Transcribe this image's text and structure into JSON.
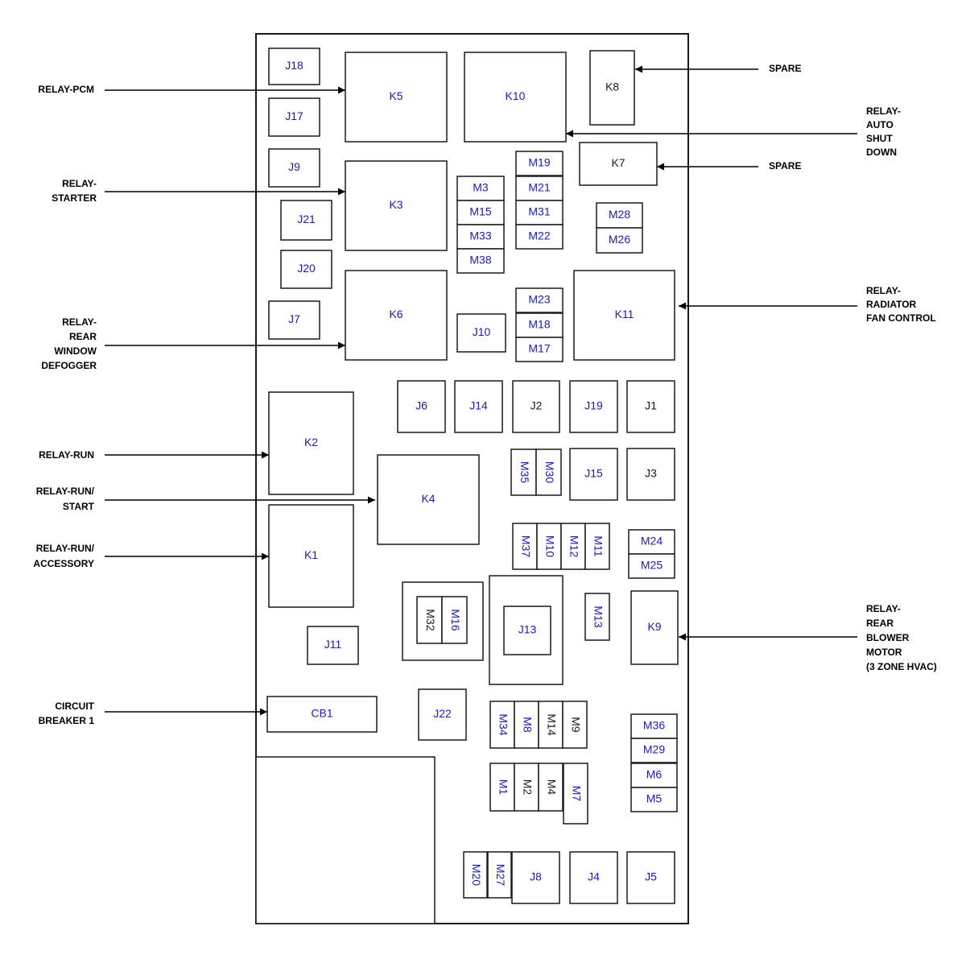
{
  "colors": {
    "blue_label": "#1a1ab4",
    "black_label": "#1a1a1a",
    "line": "#000000"
  },
  "components": [
    {
      "id": "j18",
      "label": "J18",
      "color": "blue"
    },
    {
      "id": "j17",
      "label": "J17",
      "color": "blue"
    },
    {
      "id": "j9",
      "label": "J9",
      "color": "blue"
    },
    {
      "id": "j21",
      "label": "J21",
      "color": "blue"
    },
    {
      "id": "j20",
      "label": "J20",
      "color": "blue"
    },
    {
      "id": "j7",
      "label": "J7",
      "color": "blue"
    },
    {
      "id": "k5",
      "label": "K5",
      "color": "blue"
    },
    {
      "id": "k3",
      "label": "K3",
      "color": "blue"
    },
    {
      "id": "k6",
      "label": "K6",
      "color": "blue"
    },
    {
      "id": "k10",
      "label": "K10",
      "color": "blue"
    },
    {
      "id": "k8",
      "label": "K8",
      "color": "black"
    },
    {
      "id": "k7",
      "label": "K7",
      "color": "black"
    },
    {
      "id": "m19",
      "label": "M19",
      "color": "blue"
    },
    {
      "id": "m21",
      "label": "M21",
      "color": "blue"
    },
    {
      "id": "m31",
      "label": "M31",
      "color": "blue"
    },
    {
      "id": "m22",
      "label": "M22",
      "color": "blue"
    },
    {
      "id": "m3",
      "label": "M3",
      "color": "blue"
    },
    {
      "id": "m15",
      "label": "M15",
      "color": "blue"
    },
    {
      "id": "m33",
      "label": "M33",
      "color": "blue"
    },
    {
      "id": "m38",
      "label": "M38",
      "color": "blue"
    },
    {
      "id": "m28",
      "label": "M28",
      "color": "blue"
    },
    {
      "id": "m26",
      "label": "M26",
      "color": "blue"
    },
    {
      "id": "m23",
      "label": "M23",
      "color": "blue"
    },
    {
      "id": "m18",
      "label": "M18",
      "color": "blue"
    },
    {
      "id": "m17",
      "label": "M17",
      "color": "blue"
    },
    {
      "id": "j10",
      "label": "J10",
      "color": "blue"
    },
    {
      "id": "k11",
      "label": "K11",
      "color": "blue"
    },
    {
      "id": "j6",
      "label": "J6",
      "color": "blue"
    },
    {
      "id": "j14",
      "label": "J14",
      "color": "blue"
    },
    {
      "id": "j2",
      "label": "J2",
      "color": "black"
    },
    {
      "id": "j19",
      "label": "J19",
      "color": "blue"
    },
    {
      "id": "j1",
      "label": "J1",
      "color": "black"
    },
    {
      "id": "k2",
      "label": "K2",
      "color": "blue"
    },
    {
      "id": "k4",
      "label": "K4",
      "color": "blue"
    },
    {
      "id": "k1",
      "label": "K1",
      "color": "blue"
    },
    {
      "id": "m35",
      "label": "M35",
      "color": "blue"
    },
    {
      "id": "m30",
      "label": "M30",
      "color": "blue"
    },
    {
      "id": "j15",
      "label": "J15",
      "color": "blue"
    },
    {
      "id": "j3",
      "label": "J3",
      "color": "black"
    },
    {
      "id": "m37",
      "label": "M37",
      "color": "blue"
    },
    {
      "id": "m10",
      "label": "M10",
      "color": "blue"
    },
    {
      "id": "m12",
      "label": "M12",
      "color": "blue"
    },
    {
      "id": "m11",
      "label": "M11",
      "color": "blue"
    },
    {
      "id": "m24",
      "label": "M24",
      "color": "blue"
    },
    {
      "id": "m25",
      "label": "M25",
      "color": "blue"
    },
    {
      "id": "m32",
      "label": "M32",
      "color": "black"
    },
    {
      "id": "m16",
      "label": "M16",
      "color": "blue"
    },
    {
      "id": "j13",
      "label": "J13",
      "color": "blue"
    },
    {
      "id": "m13",
      "label": "M13",
      "color": "blue"
    },
    {
      "id": "k9",
      "label": "K9",
      "color": "blue"
    },
    {
      "id": "j11",
      "label": "J11",
      "color": "blue"
    },
    {
      "id": "cb1",
      "label": "CB1",
      "color": "blue"
    },
    {
      "id": "j22",
      "label": "J22",
      "color": "blue"
    },
    {
      "id": "m34",
      "label": "M34",
      "color": "blue"
    },
    {
      "id": "m8",
      "label": "M8",
      "color": "blue"
    },
    {
      "id": "m14",
      "label": "M14",
      "color": "black"
    },
    {
      "id": "m9",
      "label": "M9",
      "color": "black"
    },
    {
      "id": "m36",
      "label": "M36",
      "color": "blue"
    },
    {
      "id": "m29",
      "label": "M29",
      "color": "blue"
    },
    {
      "id": "m6",
      "label": "M6",
      "color": "blue"
    },
    {
      "id": "m5",
      "label": "M5",
      "color": "blue"
    },
    {
      "id": "m1",
      "label": "M1",
      "color": "blue"
    },
    {
      "id": "m2",
      "label": "M2",
      "color": "black"
    },
    {
      "id": "m4",
      "label": "M4",
      "color": "black"
    },
    {
      "id": "m7",
      "label": "M7",
      "color": "blue"
    },
    {
      "id": "m20",
      "label": "M20",
      "color": "blue"
    },
    {
      "id": "m27",
      "label": "M27",
      "color": "blue"
    },
    {
      "id": "j8",
      "label": "J8",
      "color": "blue"
    },
    {
      "id": "j4",
      "label": "J4",
      "color": "blue"
    },
    {
      "id": "j5",
      "label": "J5",
      "color": "blue"
    }
  ],
  "callouts": [
    {
      "id": "relay-pcm",
      "lines": [
        "RELAY-PCM"
      ]
    },
    {
      "id": "relay-starter",
      "lines": [
        "RELAY-",
        "STARTER"
      ]
    },
    {
      "id": "relay-rear-window-defogger",
      "lines": [
        "RELAY-",
        "REAR",
        "WINDOW",
        "DEFOGGER"
      ]
    },
    {
      "id": "relay-run",
      "lines": [
        "RELAY-RUN"
      ]
    },
    {
      "id": "relay-run-start",
      "lines": [
        "RELAY-RUN/",
        "START"
      ]
    },
    {
      "id": "relay-run-accessory",
      "lines": [
        "RELAY-RUN/",
        "ACCESSORY"
      ]
    },
    {
      "id": "circuit-breaker-1",
      "lines": [
        "CIRCUIT",
        "BREAKER 1"
      ]
    },
    {
      "id": "spare-k8",
      "lines": [
        "SPARE"
      ]
    },
    {
      "id": "relay-auto-shut-down",
      "lines": [
        "RELAY-",
        "AUTO",
        "SHUT",
        "DOWN"
      ]
    },
    {
      "id": "spare-k7",
      "lines": [
        "SPARE"
      ]
    },
    {
      "id": "relay-radiator-fan-control",
      "lines": [
        "RELAY-",
        "RADIATOR",
        "FAN CONTROL"
      ]
    },
    {
      "id": "relay-rear-blower-motor",
      "lines": [
        "RELAY-",
        "REAR",
        "BLOWER",
        "MOTOR",
        "(3 ZONE HVAC)"
      ]
    }
  ]
}
